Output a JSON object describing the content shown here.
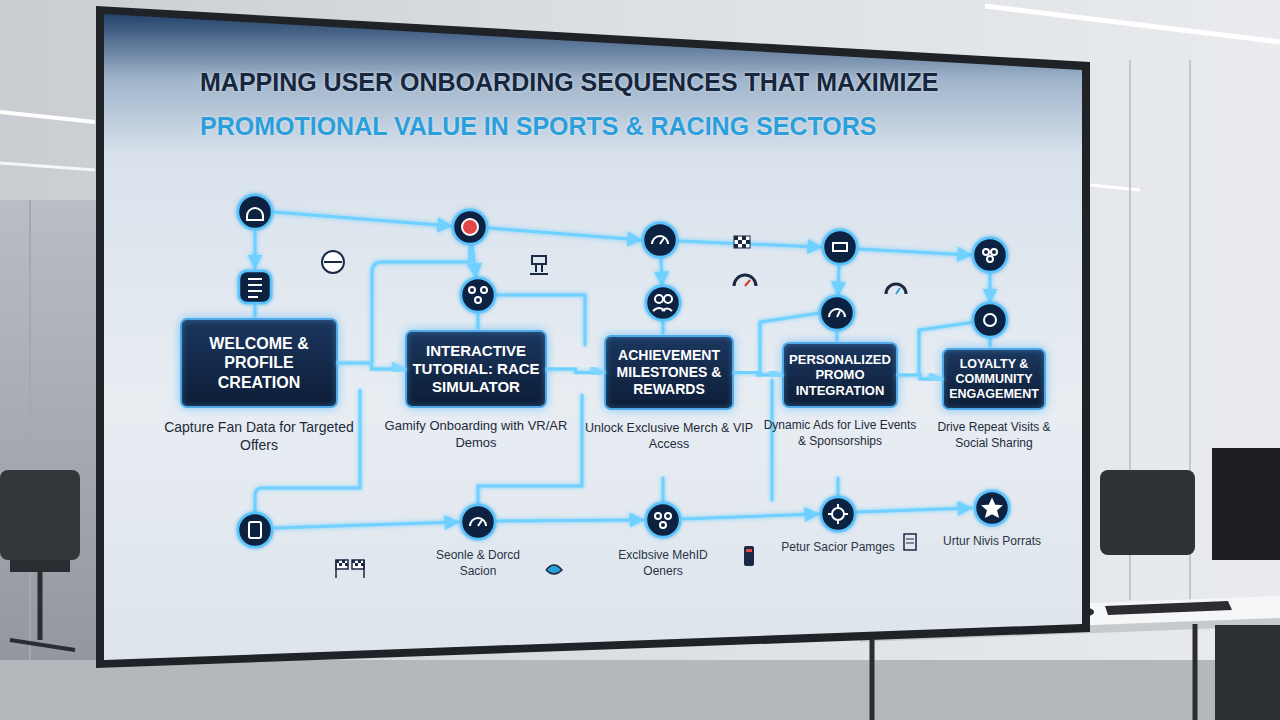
{
  "diagram": {
    "title": "MAPPING USER ONBOARDING SEQUENCES THAT MAXIMIZE PROMOTIONAL VALUE IN SPORTS & RACING SECTORS",
    "nodes": [
      {
        "text": [
          "WELCOME & PROFILE CREATION",
          "Capture Fan Data for Targeted Offers"
        ]
      },
      {
        "text": [
          "INTERACTIVE TUTORIAL: RACE SIMULATOR",
          "Gamify Onboarding with VR/AR Demos"
        ]
      },
      {
        "text": [
          "ACHIEVEMENT MILESTONES & REWARDS",
          "Unlock Exclusive Merch & VIP Access"
        ]
      },
      {
        "text": [
          "PERSONALIZED PROMO INTEGRATION",
          "Dynamic Ads for Live Events & Sponsorships"
        ]
      },
      {
        "text": [
          "LOYALTY & COMMUNITY ENGAGEMENT",
          "Drive Repeat Visits & Social Sharing"
        ]
      }
    ],
    "edges": [
      {
        "from": 0,
        "to": 1,
        "arrow": "to"
      },
      {
        "from": 1,
        "to": 2,
        "arrow": "to"
      },
      {
        "from": 2,
        "to": 3,
        "arrow": "to"
      },
      {
        "from": 3,
        "to": 4,
        "arrow": "to"
      }
    ],
    "labels": [
      "Seonle & Dorcd Sacion",
      "Exclbsive MehID Oeners",
      "Petur Sacior Pamges",
      "Urtur Nivis Porrats"
    ]
  }
}
